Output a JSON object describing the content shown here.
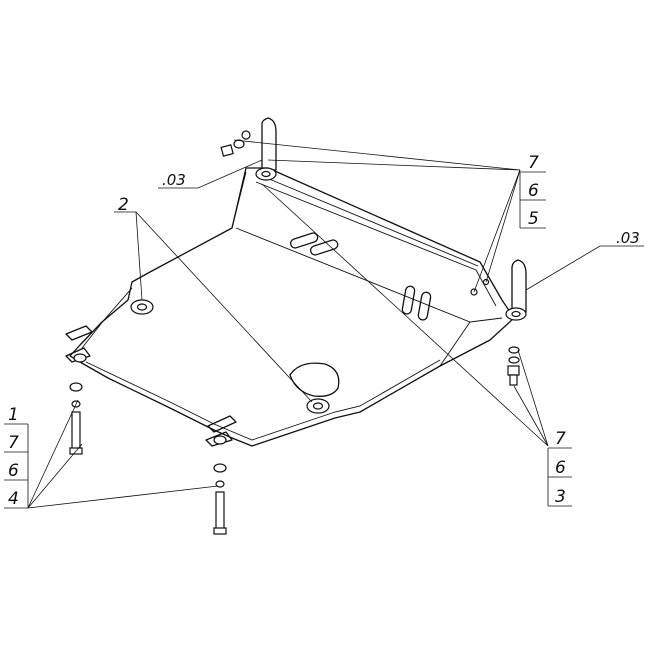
{
  "callouts": {
    "ref_left": ".03",
    "ref_right": ".03",
    "part_2": "2",
    "stack_top_right": [
      "7",
      "6",
      "5"
    ],
    "stack_bottom_right": [
      "7",
      "6",
      "3"
    ],
    "stack_left": [
      "1",
      "7",
      "6",
      "4"
    ]
  }
}
